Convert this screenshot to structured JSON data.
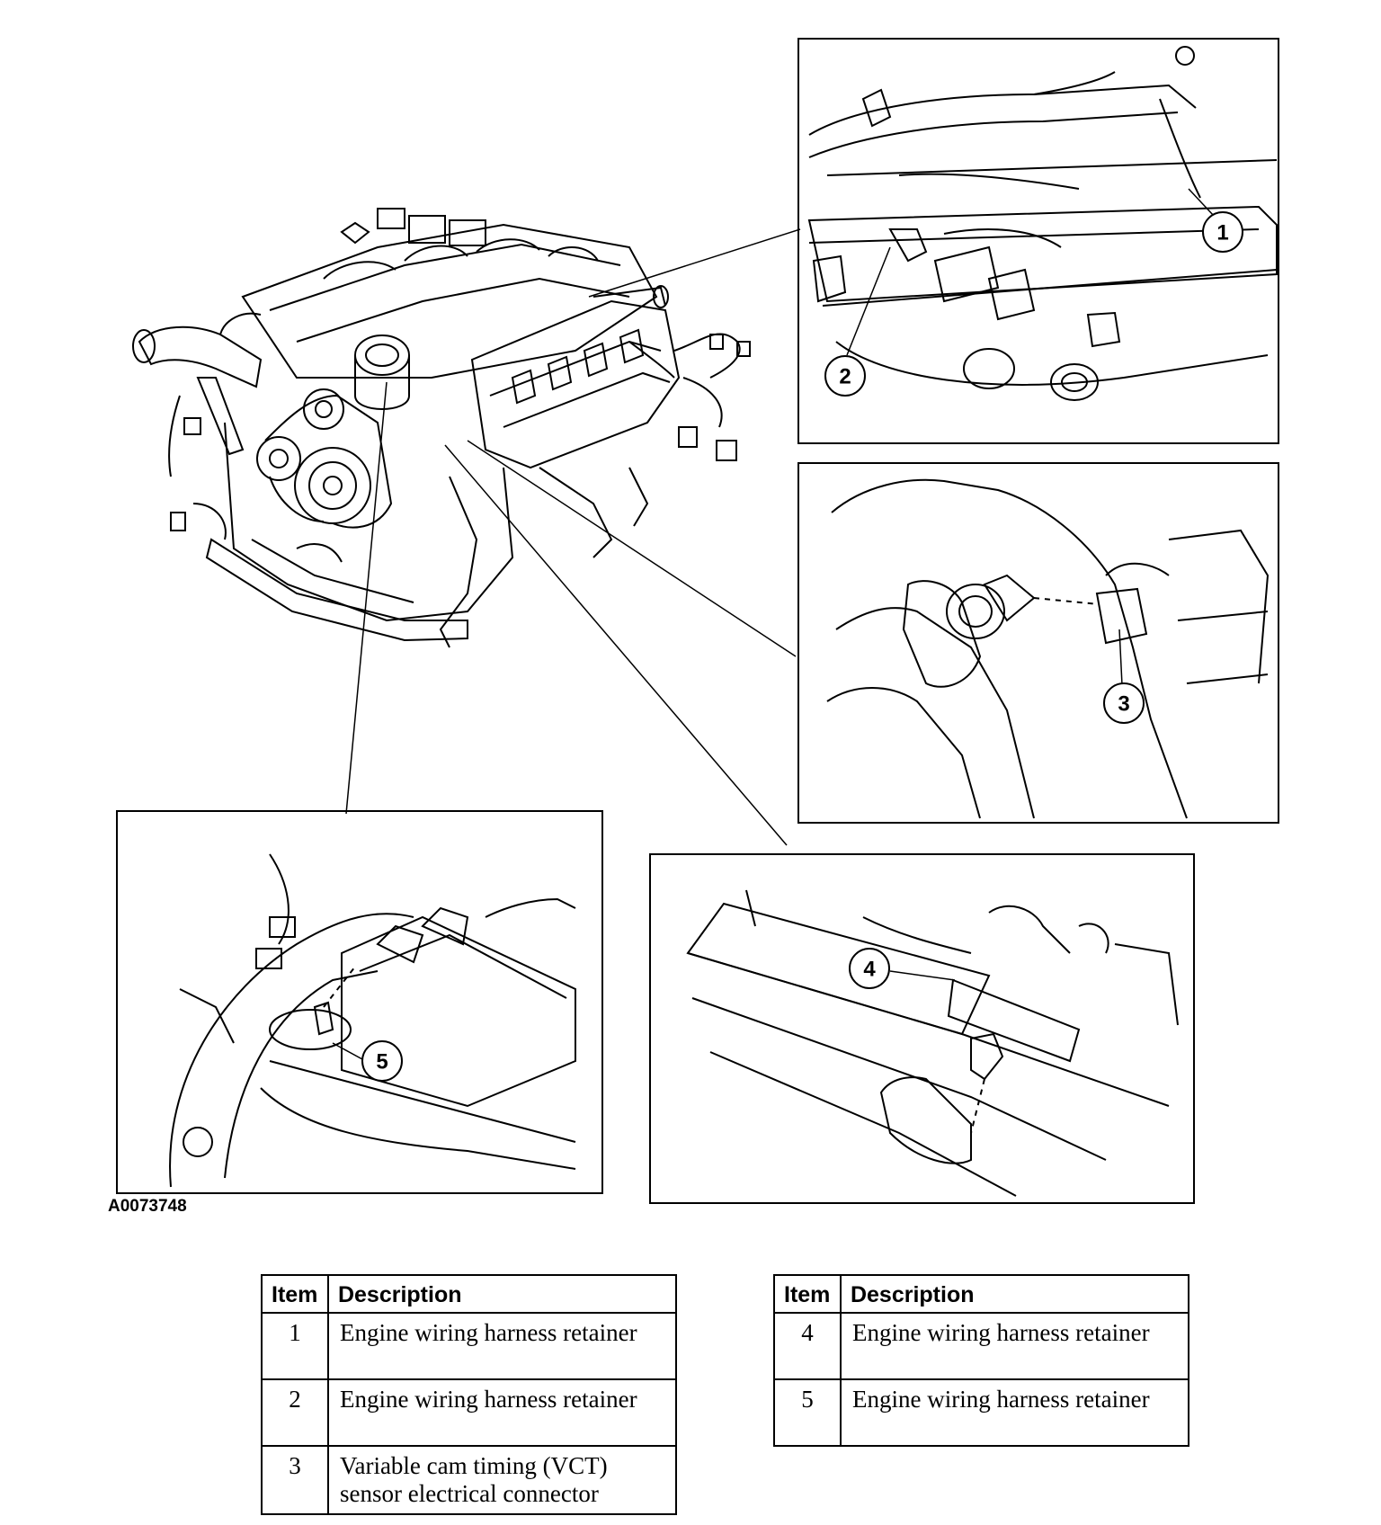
{
  "figure_id": "A0073748",
  "callouts": [
    "1",
    "2",
    "3",
    "4",
    "5"
  ],
  "tables": [
    {
      "headers": {
        "item": "Item",
        "description": "Description"
      },
      "rows": [
        {
          "item": "1",
          "description": "Engine wiring harness retainer"
        },
        {
          "item": "2",
          "description": "Engine wiring harness retainer"
        },
        {
          "item": "3",
          "description": "Variable cam timing (VCT) sensor electrical connector"
        }
      ]
    },
    {
      "headers": {
        "item": "Item",
        "description": "Description"
      },
      "rows": [
        {
          "item": "4",
          "description": "Engine wiring harness retainer"
        },
        {
          "item": "5",
          "description": "Engine wiring harness retainer"
        }
      ]
    }
  ]
}
